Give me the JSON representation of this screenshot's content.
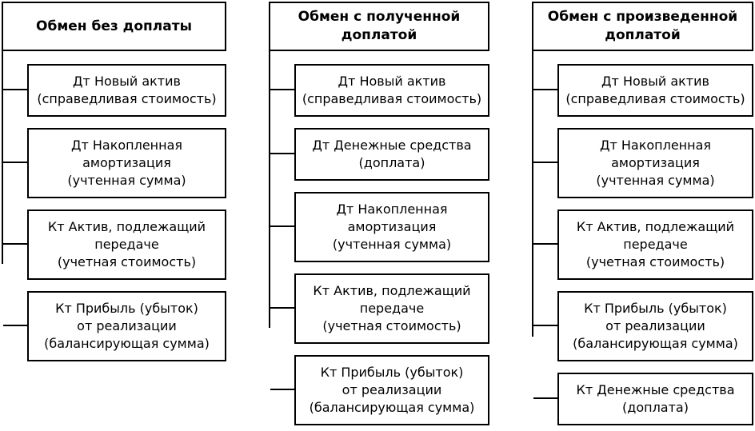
{
  "colors": {
    "box_border": "#000000",
    "box_background": "#ffffff",
    "text": "#000000",
    "page_background": "#ffffff"
  },
  "diagram": {
    "columns": [
      {
        "title": "Обмен без доплаты",
        "boxes": [
          {
            "label": "Дт Новый актив\n(справедливая стоимость)"
          },
          {
            "label": "Дт Накопленная\nамортизация\n(учтенная сумма)"
          },
          {
            "label": "Кт Актив, подлежащий\nпередаче\n(учетная стоимость)"
          },
          {
            "label": "Кт Прибыль (убыток)\nот реализации\n(балансирующая сумма)"
          }
        ]
      },
      {
        "title": "Обмен с полученной\nдоплатой",
        "boxes": [
          {
            "label": "Дт Новый актив\n(справедливая стоимость)"
          },
          {
            "label": "Дт Денежные средства\n(доплата)"
          },
          {
            "label": "Дт Накопленная\nамортизация\n(учтенная сумма)"
          },
          {
            "label": "Кт Актив, подлежащий\nпередаче\n(учетная стоимость)"
          },
          {
            "label": "Кт Прибыль (убыток)\nот реализации\n(балансирующая сумма)"
          }
        ]
      },
      {
        "title": "Обмен с произведенной\nдоплатой",
        "boxes": [
          {
            "label": "Дт Новый актив\n(справедливая стоимость)"
          },
          {
            "label": "Дт Накопленная\nамортизация\n(учтенная сумма)"
          },
          {
            "label": "Кт Актив, подлежащий\nпередаче\n(учетная стоимость)"
          },
          {
            "label": "Кт Прибыль (убыток)\nот реализации\n(балансирующая сумма)"
          },
          {
            "label": "Кт Денежные средства\n(доплата)"
          }
        ]
      }
    ]
  }
}
